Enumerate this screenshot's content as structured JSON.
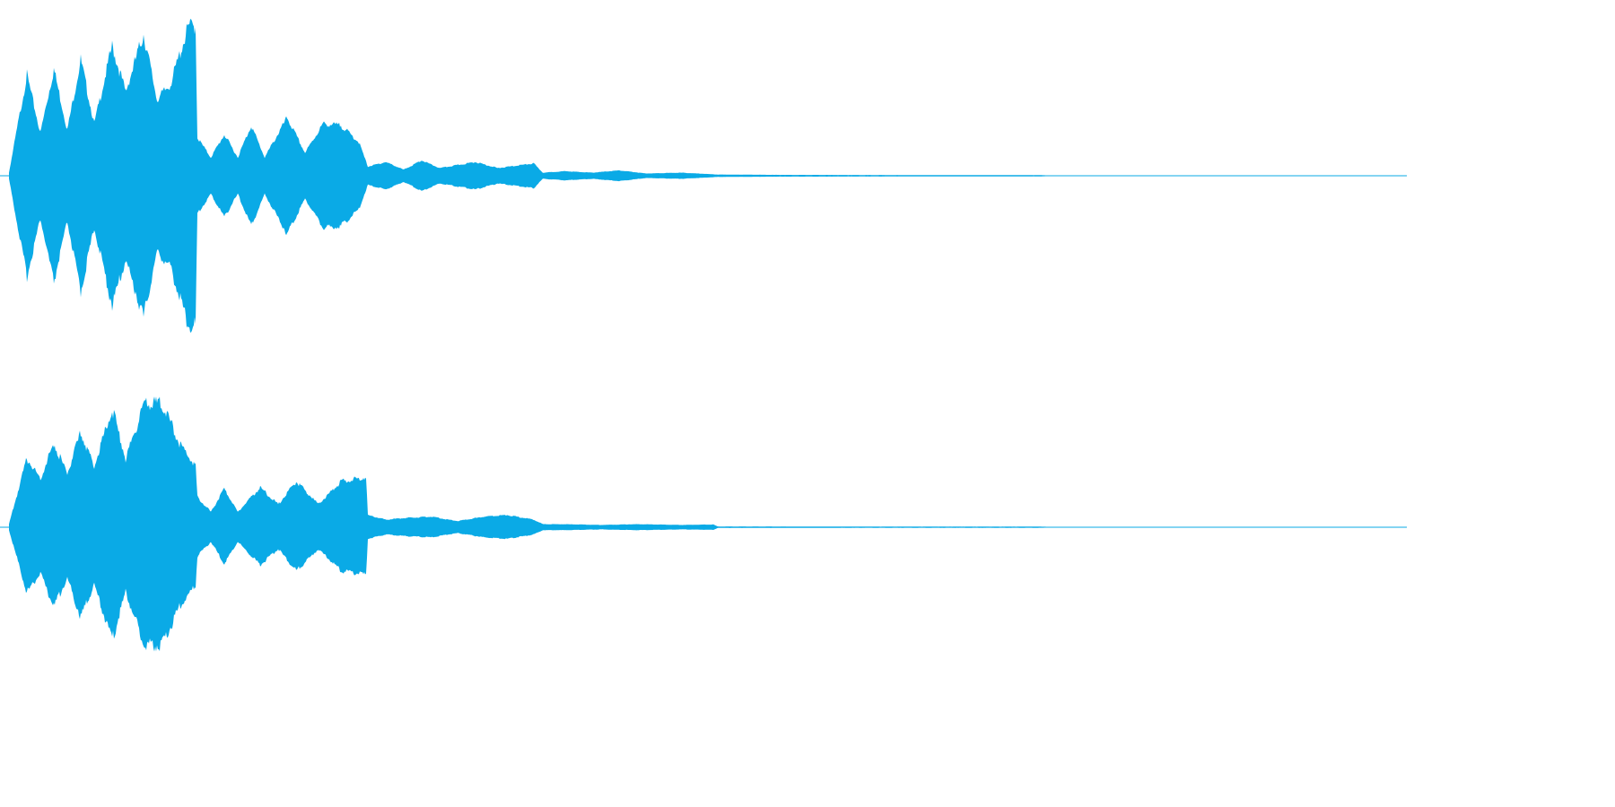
{
  "waveform": {
    "color": "#0aaae6",
    "channels": [
      {
        "name": "channel-top",
        "envelope": [
          [
            0.0,
            0.02
          ],
          [
            0.02,
            0.66
          ],
          [
            0.035,
            0.28
          ],
          [
            0.05,
            0.7
          ],
          [
            0.065,
            0.3
          ],
          [
            0.08,
            0.76
          ],
          [
            0.095,
            0.34
          ],
          [
            0.115,
            0.85
          ],
          [
            0.13,
            0.55
          ],
          [
            0.15,
            0.93
          ],
          [
            0.165,
            0.5
          ],
          [
            0.18,
            0.6
          ],
          [
            0.2,
            0.98
          ],
          [
            0.208,
            0.98
          ],
          [
            0.21,
            0.25
          ],
          [
            0.225,
            0.12
          ],
          [
            0.24,
            0.27
          ],
          [
            0.255,
            0.12
          ],
          [
            0.27,
            0.33
          ],
          [
            0.285,
            0.12
          ],
          [
            0.31,
            0.38
          ],
          [
            0.33,
            0.15
          ],
          [
            0.35,
            0.34
          ],
          [
            0.37,
            0.33
          ],
          [
            0.39,
            0.22
          ],
          [
            0.4,
            0.06
          ],
          [
            0.42,
            0.09
          ],
          [
            0.44,
            0.04
          ],
          [
            0.46,
            0.1
          ],
          [
            0.48,
            0.05
          ],
          [
            0.5,
            0.07
          ],
          [
            0.52,
            0.09
          ],
          [
            0.545,
            0.05
          ],
          [
            0.57,
            0.07
          ],
          [
            0.585,
            0.08
          ],
          [
            0.595,
            0.02
          ],
          [
            0.62,
            0.03
          ],
          [
            0.65,
            0.02
          ],
          [
            0.68,
            0.035
          ],
          [
            0.71,
            0.015
          ],
          [
            0.75,
            0.02
          ],
          [
            0.79,
            0.008
          ],
          [
            0.85,
            0.006
          ],
          [
            0.95,
            0.005
          ],
          [
            1.15,
            0.004
          ],
          [
            1.17,
            0.001
          ],
          [
            1.6,
            0.001
          ]
        ]
      },
      {
        "name": "channel-bottom",
        "envelope": [
          [
            0.0,
            0.02
          ],
          [
            0.02,
            0.45
          ],
          [
            0.035,
            0.32
          ],
          [
            0.05,
            0.55
          ],
          [
            0.065,
            0.35
          ],
          [
            0.08,
            0.62
          ],
          [
            0.095,
            0.4
          ],
          [
            0.115,
            0.78
          ],
          [
            0.13,
            0.45
          ],
          [
            0.15,
            0.8
          ],
          [
            0.17,
            0.82
          ],
          [
            0.19,
            0.55
          ],
          [
            0.208,
            0.4
          ],
          [
            0.21,
            0.2
          ],
          [
            0.225,
            0.1
          ],
          [
            0.24,
            0.25
          ],
          [
            0.255,
            0.1
          ],
          [
            0.28,
            0.26
          ],
          [
            0.3,
            0.15
          ],
          [
            0.32,
            0.3
          ],
          [
            0.345,
            0.15
          ],
          [
            0.37,
            0.3
          ],
          [
            0.39,
            0.32
          ],
          [
            0.398,
            0.33
          ],
          [
            0.4,
            0.08
          ],
          [
            0.42,
            0.05
          ],
          [
            0.44,
            0.06
          ],
          [
            0.47,
            0.07
          ],
          [
            0.5,
            0.04
          ],
          [
            0.53,
            0.07
          ],
          [
            0.555,
            0.08
          ],
          [
            0.585,
            0.05
          ],
          [
            0.595,
            0.02
          ],
          [
            0.62,
            0.02
          ],
          [
            0.66,
            0.015
          ],
          [
            0.7,
            0.02
          ],
          [
            0.75,
            0.015
          ],
          [
            0.785,
            0.018
          ],
          [
            0.79,
            0.005
          ],
          [
            0.85,
            0.005
          ],
          [
            0.95,
            0.004
          ],
          [
            1.15,
            0.004
          ],
          [
            1.17,
            0.001
          ],
          [
            1.6,
            0.001
          ]
        ]
      }
    ]
  }
}
